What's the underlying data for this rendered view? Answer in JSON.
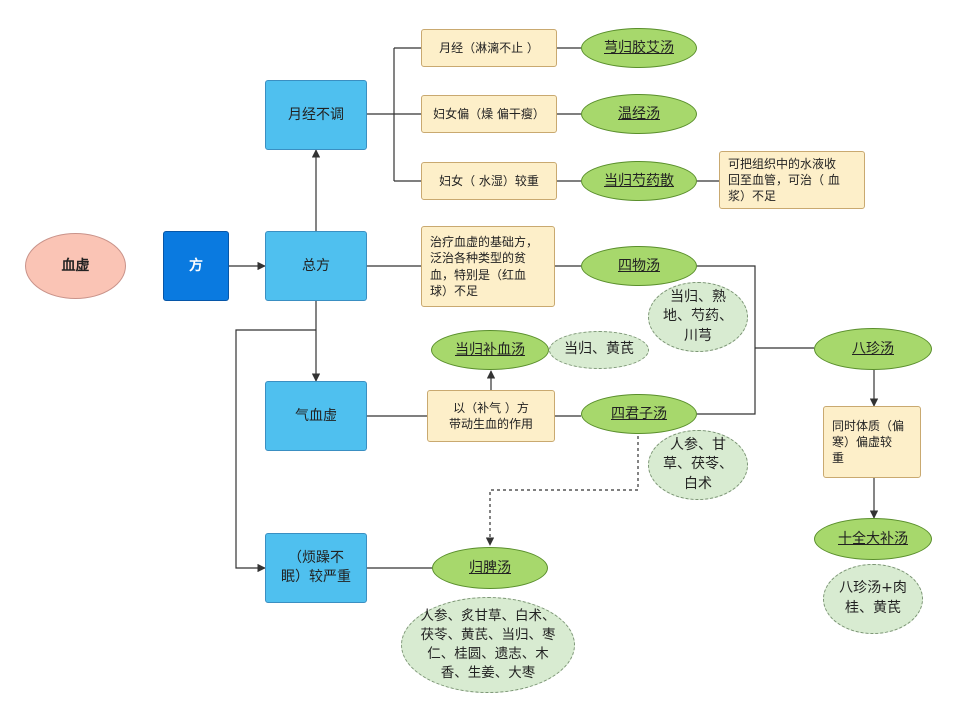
{
  "nodes": {
    "blood_deficiency": "血虚",
    "fang": "方",
    "general_formula": "总方",
    "menstrual_disorder": "月经不调",
    "qi_blood_deficiency": "气血虚",
    "insomnia_severe": "（烦躁不\n眠）较严重",
    "note_menstruation": "月经（淋漓不止 ）",
    "note_women_cold": "妇女偏（燥 偏干瘦）",
    "note_women_damp": "妇女（ 水湿）较重",
    "note_base_formula": "治疗血虚的基础方，\n泛治各种类型的贫\n血，特别是（红血\n球）不足",
    "note_qi_tonic": "以（补气 ）方\n带动生血的作用",
    "note_dangguishaoyao": "可把组织中的水液收\n回至血管，可治（ 血\n浆）不足",
    "note_bazhen": "同时体质（偏\n寒）偏虚较\n重",
    "formula_xiong_gui_jiao_ai": "芎归胶艾汤",
    "formula_wen_jing": "温经汤",
    "formula_dang_gui_shao_yao": "当归芍药散",
    "formula_si_wu": "四物汤",
    "formula_dang_gui_bu_xue": "当归补血汤",
    "formula_si_jun_zi": "四君子汤",
    "formula_ba_zhen": "八珍汤",
    "formula_shi_quan_da_bu": "十全大补汤",
    "formula_gui_pi": "归脾汤",
    "herbs_si_wu": "当归、熟\n地、芍药、\n川芎",
    "herbs_bu_xue": "当归、黄芪",
    "herbs_si_jun_zi": "人参、甘\n草、茯苓、\n白术",
    "herbs_shi_quan": "八珍汤+肉\n桂、黄芪",
    "herbs_gui_pi": "人参、炙甘草、白术、\n茯苓、黄芪、当归、枣\n仁、桂圆、遗志、木\n香、生姜、大枣"
  },
  "colors": {
    "process_blue": "#4fc0ef",
    "start_blue": "#0a7ae0",
    "note_yellow": "#fdefc9",
    "formula_green": "#a7d86c",
    "herb_green": "#d8ebd1",
    "root_salmon": "#fac4b5",
    "line": "#333333"
  }
}
